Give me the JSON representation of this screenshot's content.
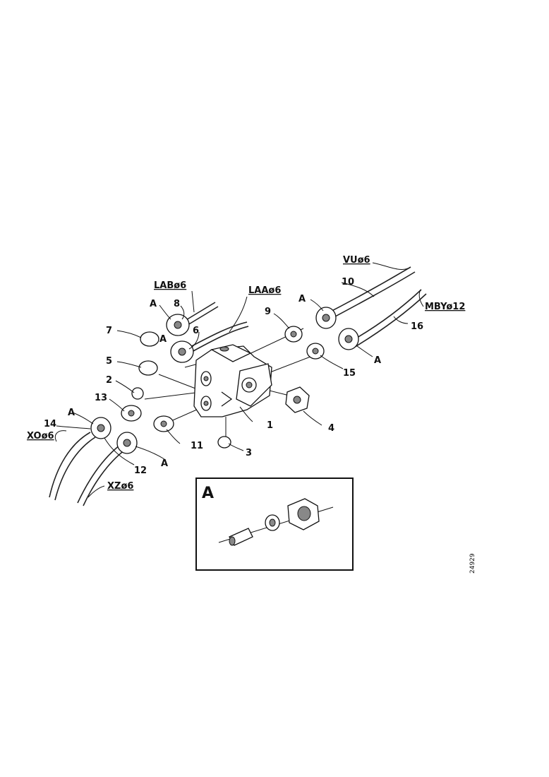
{
  "callouts": {
    "n1": "1",
    "n2": "2",
    "n3": "3",
    "n4": "4",
    "n5": "5",
    "n6": "6",
    "n7": "7",
    "n8": "8",
    "n9": "9",
    "n10": "10",
    "n11": "11",
    "n12": "12",
    "n13": "13",
    "n14": "14",
    "n15": "15",
    "n16": "16"
  },
  "detail_marks": {
    "a": "A"
  },
  "line_labels": {
    "lab": "LABø6",
    "laa": "LAAø6",
    "vu": "VUø6",
    "mby": "MBYø12",
    "xo": "XOø6",
    "xz": "XZø6"
  },
  "inset": {
    "label": "A"
  },
  "drawing_code": "24929"
}
